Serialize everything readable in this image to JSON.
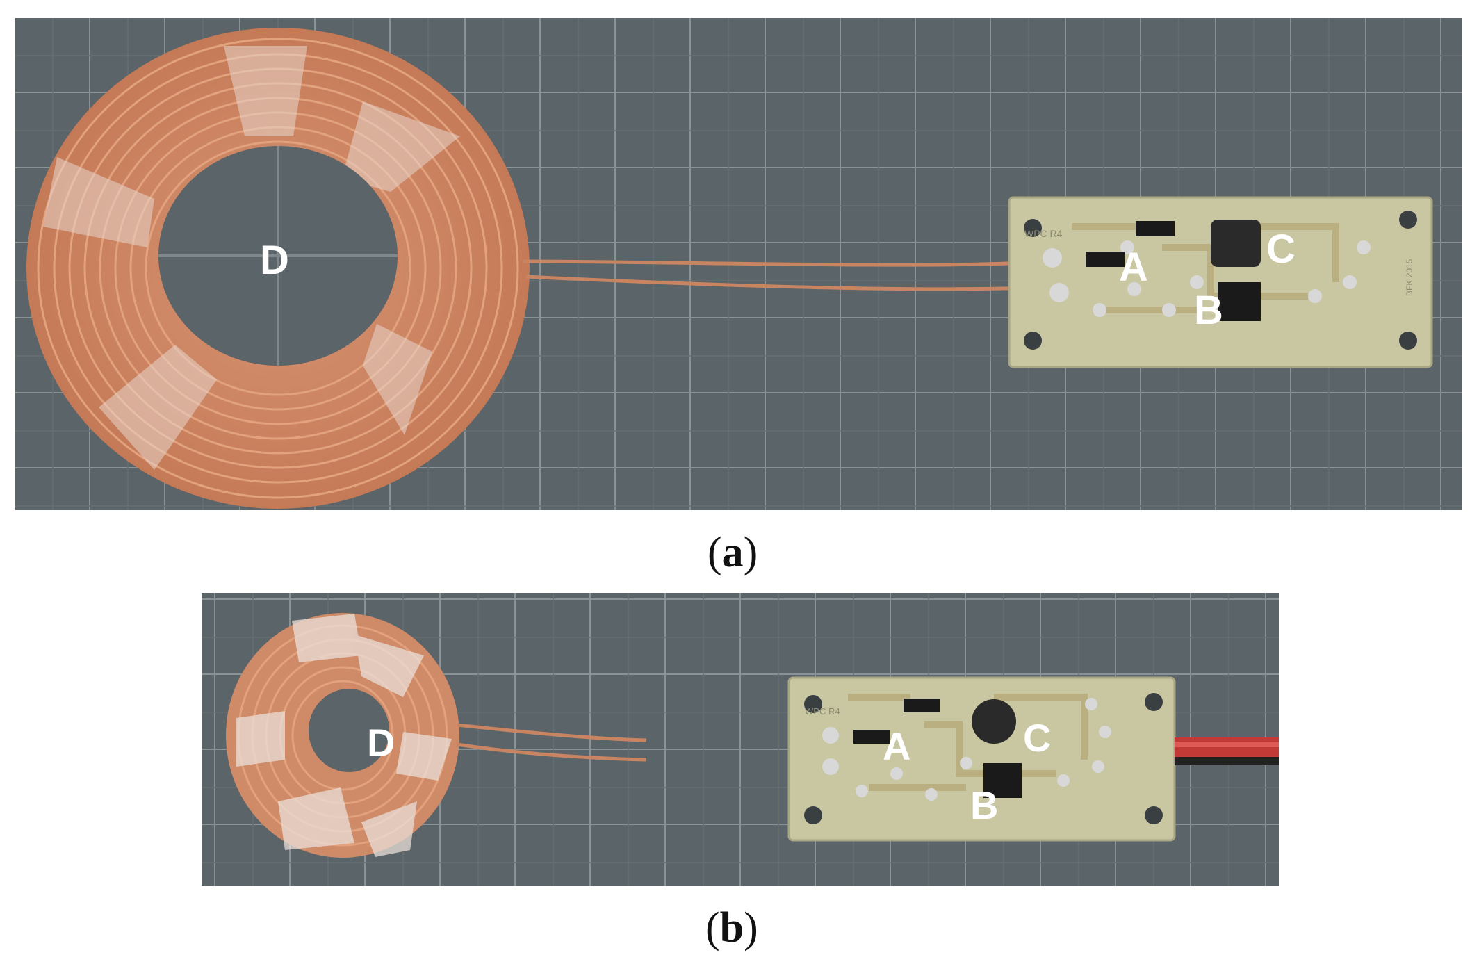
{
  "figure": {
    "panels": [
      {
        "id": "a",
        "caption_open": "(",
        "caption_letter": "a",
        "caption_close": ")",
        "labels": {
          "coil": "D",
          "component_a": "A",
          "component_b": "B",
          "component_c": "C"
        },
        "pcb_silkscreen": {
          "left": "WPC R4",
          "right": "BFK 2015"
        }
      },
      {
        "id": "b",
        "caption_open": "(",
        "caption_letter": "b",
        "caption_close": ")",
        "labels": {
          "coil": "D",
          "component_a": "A",
          "component_b": "B",
          "component_c": "C"
        },
        "pcb_silkscreen": {
          "left": "WPC R4",
          "right": ""
        }
      }
    ]
  },
  "colors": {
    "mat": "#5b6468",
    "grid_line": "#8a9296",
    "copper": "#c8805e",
    "pcb": "#c9c6a2",
    "component": "#1a1a1a"
  }
}
